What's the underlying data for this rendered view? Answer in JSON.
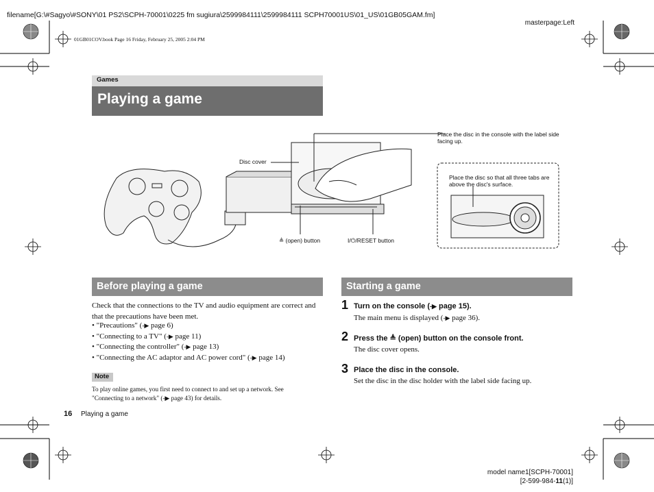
{
  "header": {
    "filename": "filename[G:\\#Sagyo\\#SONY\\01 PS2\\SCPH-70001\\0225 fm sugiura\\2599984111\\2599984111 SCPH70001US\\01_US\\01GB05GAM.fm]",
    "masterpage": "masterpage:Left",
    "book_info": "01GB01COV.book  Page 16  Friday, February 25, 2005  2:04 PM"
  },
  "category": "Games",
  "page_title": "Playing a game",
  "figure": {
    "callout_place": "Place the disc in the console with the label side facing up.",
    "callout_disc_cover": "Disc cover",
    "callout_tabs": "Place the disc so that all three tabs are above the disc's surface.",
    "callout_open_button": "≜ (open) button",
    "callout_reset_button": "I/⏻/RESET button"
  },
  "before": {
    "heading": "Before playing a game",
    "intro": "Check that the connections to the TV and audio equipment are correct and that the precautions have been met.",
    "bullets": [
      {
        "text": "\"Precautions\" (",
        "ref": "page 6)"
      },
      {
        "text": "\"Connecting to a TV\" (",
        "ref": "page 11)"
      },
      {
        "text": "\"Connecting the controller\" (",
        "ref": "page 13)"
      },
      {
        "text": "\"Connecting the AC adaptor and AC power cord\" (",
        "ref": "page 14)"
      }
    ],
    "note_label": "Note",
    "note_text_1": "To play online games, you first need to connect to and set up a network. See \"Connecting to a network\" (",
    "note_text_2": "page 43) for details."
  },
  "starting": {
    "heading": "Starting a game",
    "steps": [
      {
        "num": "1",
        "title_1": "Turn on the console (",
        "title_2": "page 15).",
        "desc_1": "The main menu is displayed (",
        "desc_2": "page 36)."
      },
      {
        "num": "2",
        "title_1": "Press the ≜ (open) button on the console front.",
        "desc_1": "The disc cover opens."
      },
      {
        "num": "3",
        "title_1": "Place the disc in the console.",
        "desc_1": "Set the disc in the disc holder with the label side facing up."
      }
    ]
  },
  "footer": {
    "page_number": "16",
    "page_title": "Playing a game",
    "model_line1": "model name1[SCPH-70001]",
    "model_line2_a": "[2-599-984-",
    "model_line2_b": "11",
    "model_line2_c": "(1)]"
  },
  "arrow_glyph": "-▶"
}
